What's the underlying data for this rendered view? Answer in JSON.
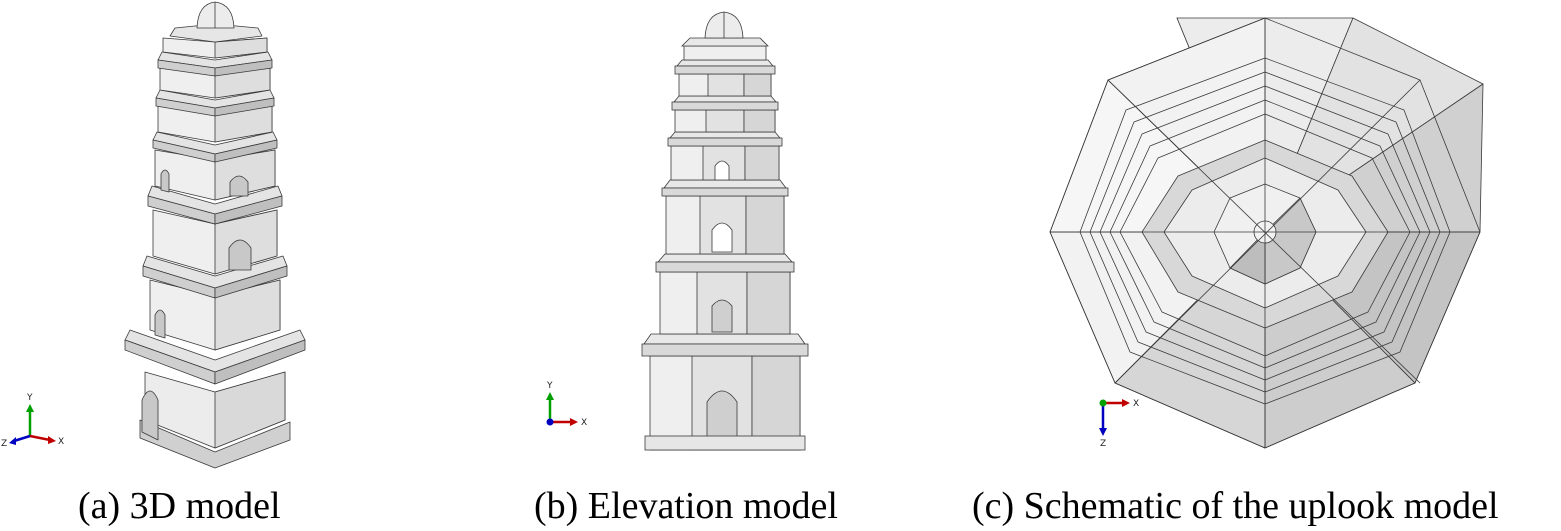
{
  "figure": {
    "panels": [
      {
        "caption": "(a) 3D model",
        "axes": {
          "y": "Y",
          "x": "X",
          "z": "Z"
        }
      },
      {
        "caption": "(b) Elevation model",
        "axes": {
          "y": "Y",
          "x": "X"
        }
      },
      {
        "caption": "(c) Schematic of the uplook model",
        "axes": {
          "x": "X",
          "z": "Z"
        }
      }
    ],
    "colors": {
      "face_light": "#f2f2f2",
      "face_mid": "#dcdcdc",
      "face_dark": "#bdbdbd",
      "edge": "#3a3a3a",
      "axis_x": "#c00000",
      "axis_y": "#00a000",
      "axis_z": "#0000c0"
    }
  }
}
